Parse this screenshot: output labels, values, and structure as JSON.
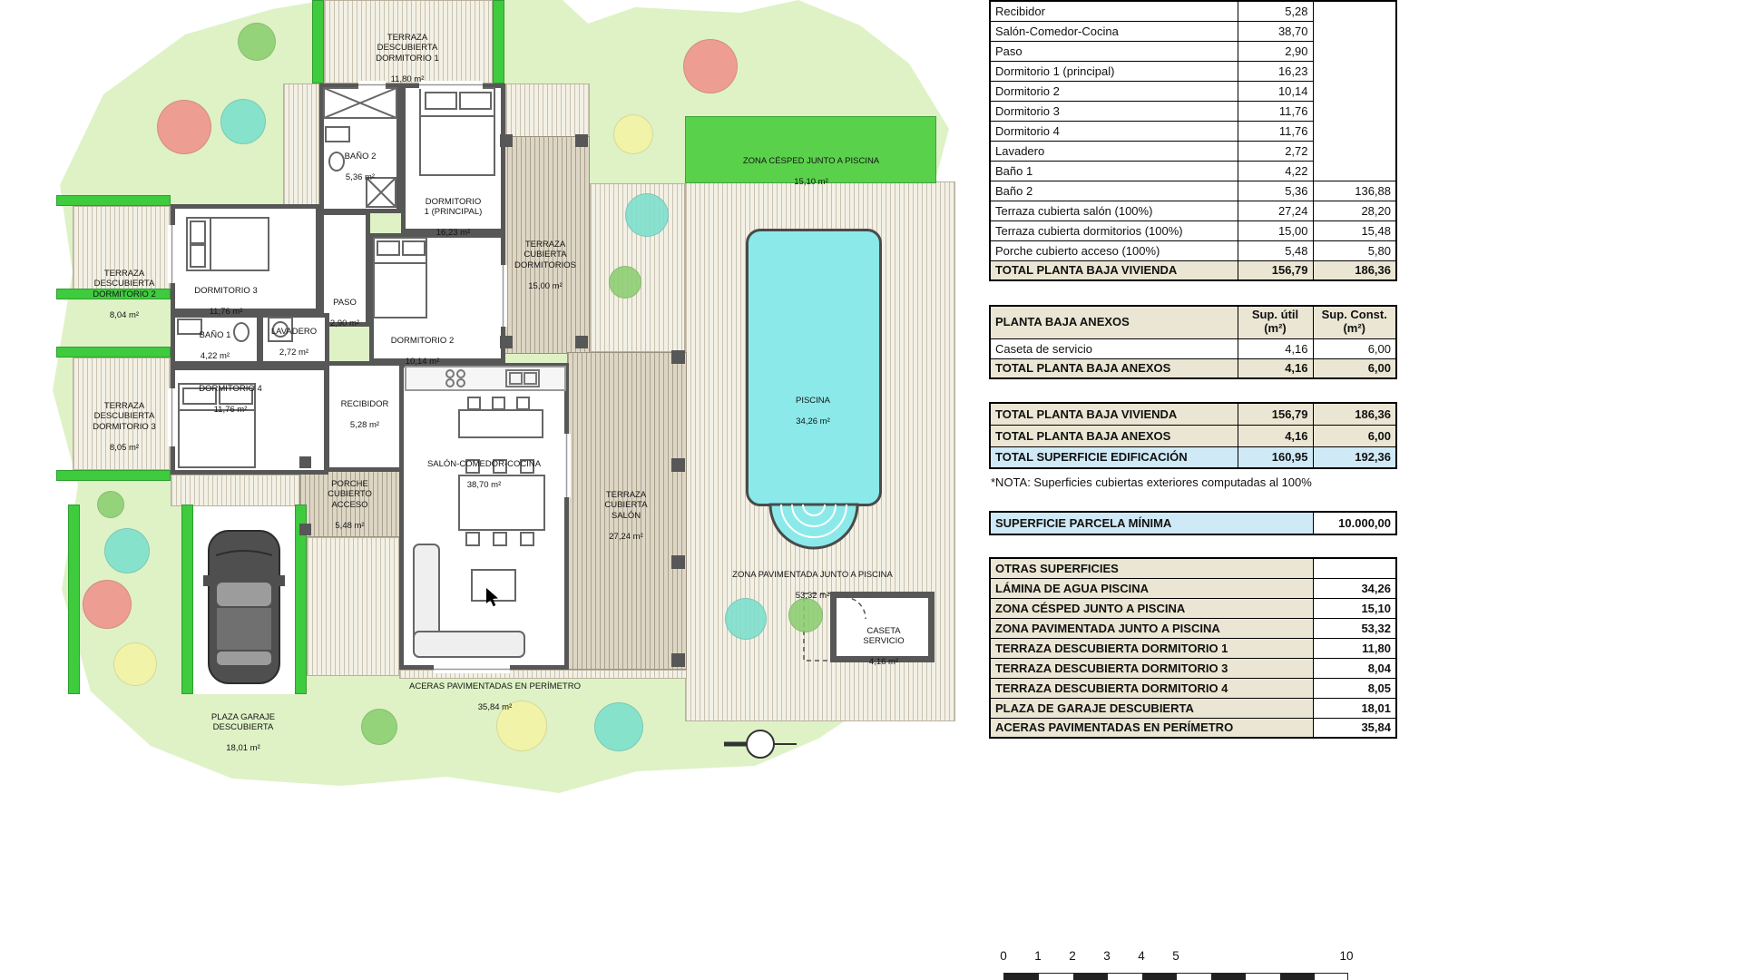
{
  "colors": {
    "parcel": "#def2c6",
    "lawn": "#5ad14a",
    "hedge": "#3ecb3e",
    "pool": "#8ce9e9",
    "wall": "#575757",
    "beige": "#eae6d3",
    "blue": "#cfe9f6",
    "tsalmon": "#f0928a",
    "tteal": "#7ce0cc",
    "tyellow": "#f4f4a6",
    "tgreen": "#8ccf70"
  },
  "plan": {
    "rooms": {
      "terraza_dorm1": {
        "name": "TERRAZA\nDESCUBIERTA\nDORMITORIO 1",
        "area": "11,80 m²"
      },
      "banyo2": {
        "name": "BAÑO 2",
        "area": "5,36 m²"
      },
      "dorm1": {
        "name": "DORMITORIO\n1 (PRINCIPAL)",
        "area": "16,23 m²"
      },
      "terraza_cub_dorm": {
        "name": "TERRAZA\nCUBIERTA\nDORMITORIOS",
        "area": "15,00 m²"
      },
      "terraza_dorm2": {
        "name": "TERRAZA\nDESCUBIERTA\nDORMITORIO 2",
        "area": "8,04 m²"
      },
      "dorm3": {
        "name": "DORMITORIO 3",
        "area": "11,76 m²"
      },
      "paso": {
        "name": "PASO",
        "area": "2,90 m²"
      },
      "banyo1": {
        "name": "BAÑO 1",
        "area": "4,22 m²"
      },
      "lavadero": {
        "name": "LAVADERO",
        "area": "2,72 m²"
      },
      "dorm2": {
        "name": "DORMITORIO 2",
        "area": "10,14 m²"
      },
      "terraza_dorm3": {
        "name": "TERRAZA\nDESCUBIERTA\nDORMITORIO 3",
        "area": "8,05 m²"
      },
      "dorm4": {
        "name": "DORMITORIO 4",
        "area": "11,76 m²"
      },
      "recibidor": {
        "name": "RECIBIDOR",
        "area": "5,28 m²"
      },
      "porche": {
        "name": "PORCHE\nCUBIERTO\nACCESO",
        "area": "5,48 m²"
      },
      "salon": {
        "name": "SALÓN-COMEDOR-COCINA",
        "area": "38,70 m²"
      },
      "terraza_salon": {
        "name": "TERRAZA\nCUBIERTA\nSALÓN",
        "area": "27,24 m²"
      },
      "cesped": {
        "name": "ZONA CÉSPED JUNTO A PISCINA",
        "area": "15,10 m²"
      },
      "piscina": {
        "name": "PISCINA",
        "area": "34,26 m²"
      },
      "pavimentada": {
        "name": "ZONA PAVIMENTADA JUNTO A PISCINA",
        "area": "53,32 m²"
      },
      "caseta": {
        "name": "CASETA\nSERVICIO",
        "area": "4,16 m²"
      },
      "aceras": {
        "name": "ACERAS PAVIMENTADAS EN PERÍMETRO",
        "area": "35,84 m²"
      },
      "plaza": {
        "name": "PLAZA GARAJE\nDESCUBIERTA",
        "area": "18,01 m²"
      }
    }
  },
  "tables": {
    "main": {
      "rows": [
        {
          "label": "Recibidor",
          "util": "5,28",
          "const": ""
        },
        {
          "label": "Salón-Comedor-Cocina",
          "util": "38,70",
          "const": ""
        },
        {
          "label": "Paso",
          "util": "2,90",
          "const": ""
        },
        {
          "label": "Dormitorio 1 (principal)",
          "util": "16,23",
          "const": ""
        },
        {
          "label": "Dormitorio 2",
          "util": "10,14",
          "const": ""
        },
        {
          "label": "Dormitorio 3",
          "util": "11,76",
          "const": ""
        },
        {
          "label": "Dormitorio 4",
          "util": "11,76",
          "const": ""
        },
        {
          "label": "Lavadero",
          "util": "2,72",
          "const": ""
        },
        {
          "label": "Baño 1",
          "util": "4,22",
          "const": ""
        },
        {
          "label": "Baño 2",
          "util": "5,36",
          "const": "136,88"
        },
        {
          "label": "Terraza cubierta salón (100%)",
          "util": "27,24",
          "const": "28,20"
        },
        {
          "label": "Terraza cubierta dormitorios (100%)",
          "util": "15,00",
          "const": "15,48"
        },
        {
          "label": "Porche cubierto acceso (100%)",
          "util": "5,48",
          "const": "5,80"
        }
      ],
      "total": {
        "label": "TOTAL PLANTA BAJA VIVIENDA",
        "util": "156,79",
        "const": "186,36"
      }
    },
    "anexos": {
      "title": "PLANTA BAJA ANEXOS",
      "col_util": "Sup. útil\n(m²)",
      "col_const": "Sup. Const.\n(m²)",
      "rows": [
        {
          "label": "Caseta de servicio",
          "util": "4,16",
          "const": "6,00"
        }
      ],
      "total": {
        "label": "TOTAL PLANTA BAJA ANEXOS",
        "util": "4,16",
        "const": "6,00"
      }
    },
    "summary": {
      "rows": [
        {
          "label": "TOTAL PLANTA BAJA VIVIENDA",
          "util": "156,79",
          "const": "186,36"
        },
        {
          "label": "TOTAL PLANTA BAJA ANEXOS",
          "util": "4,16",
          "const": "6,00"
        },
        {
          "label": "TOTAL SUPERFICIE EDIFICACIÓN",
          "util": "160,95",
          "const": "192,36"
        }
      ],
      "note": "*NOTA: Superficies cubiertas exteriores computadas al 100%"
    },
    "parcela": {
      "label": "SUPERFICIE PARCELA MÍNIMA",
      "value": "10.000,00"
    },
    "otras": {
      "title": "OTRAS SUPERFICIES",
      "rows": [
        {
          "label": "LÁMINA DE AGUA PISCINA",
          "value": "34,26"
        },
        {
          "label": "ZONA CÉSPED JUNTO A PISCINA",
          "value": "15,10"
        },
        {
          "label": "ZONA PAVIMENTADA JUNTO A PISCINA",
          "value": "53,32"
        },
        {
          "label": "TERRAZA DESCUBIERTA DORMITORIO 1",
          "value": "11,80"
        },
        {
          "label": "TERRAZA DESCUBIERTA DORMITORIO 3",
          "value": "8,04"
        },
        {
          "label": "TERRAZA DESCUBIERTA DORMITORIO 4",
          "value": "8,05"
        },
        {
          "label": "PLAZA DE GARAJE DESCUBIERTA",
          "value": "18,01"
        },
        {
          "label": "ACERAS PAVIMENTADAS EN PERÍMETRO",
          "value": "35,84"
        }
      ]
    }
  },
  "scale": {
    "ticks": [
      {
        "label": "0"
      },
      {
        "label": "1"
      },
      {
        "label": "2"
      },
      {
        "label": "3"
      },
      {
        "label": "4"
      },
      {
        "label": "5"
      },
      {
        "label": "10"
      }
    ]
  }
}
